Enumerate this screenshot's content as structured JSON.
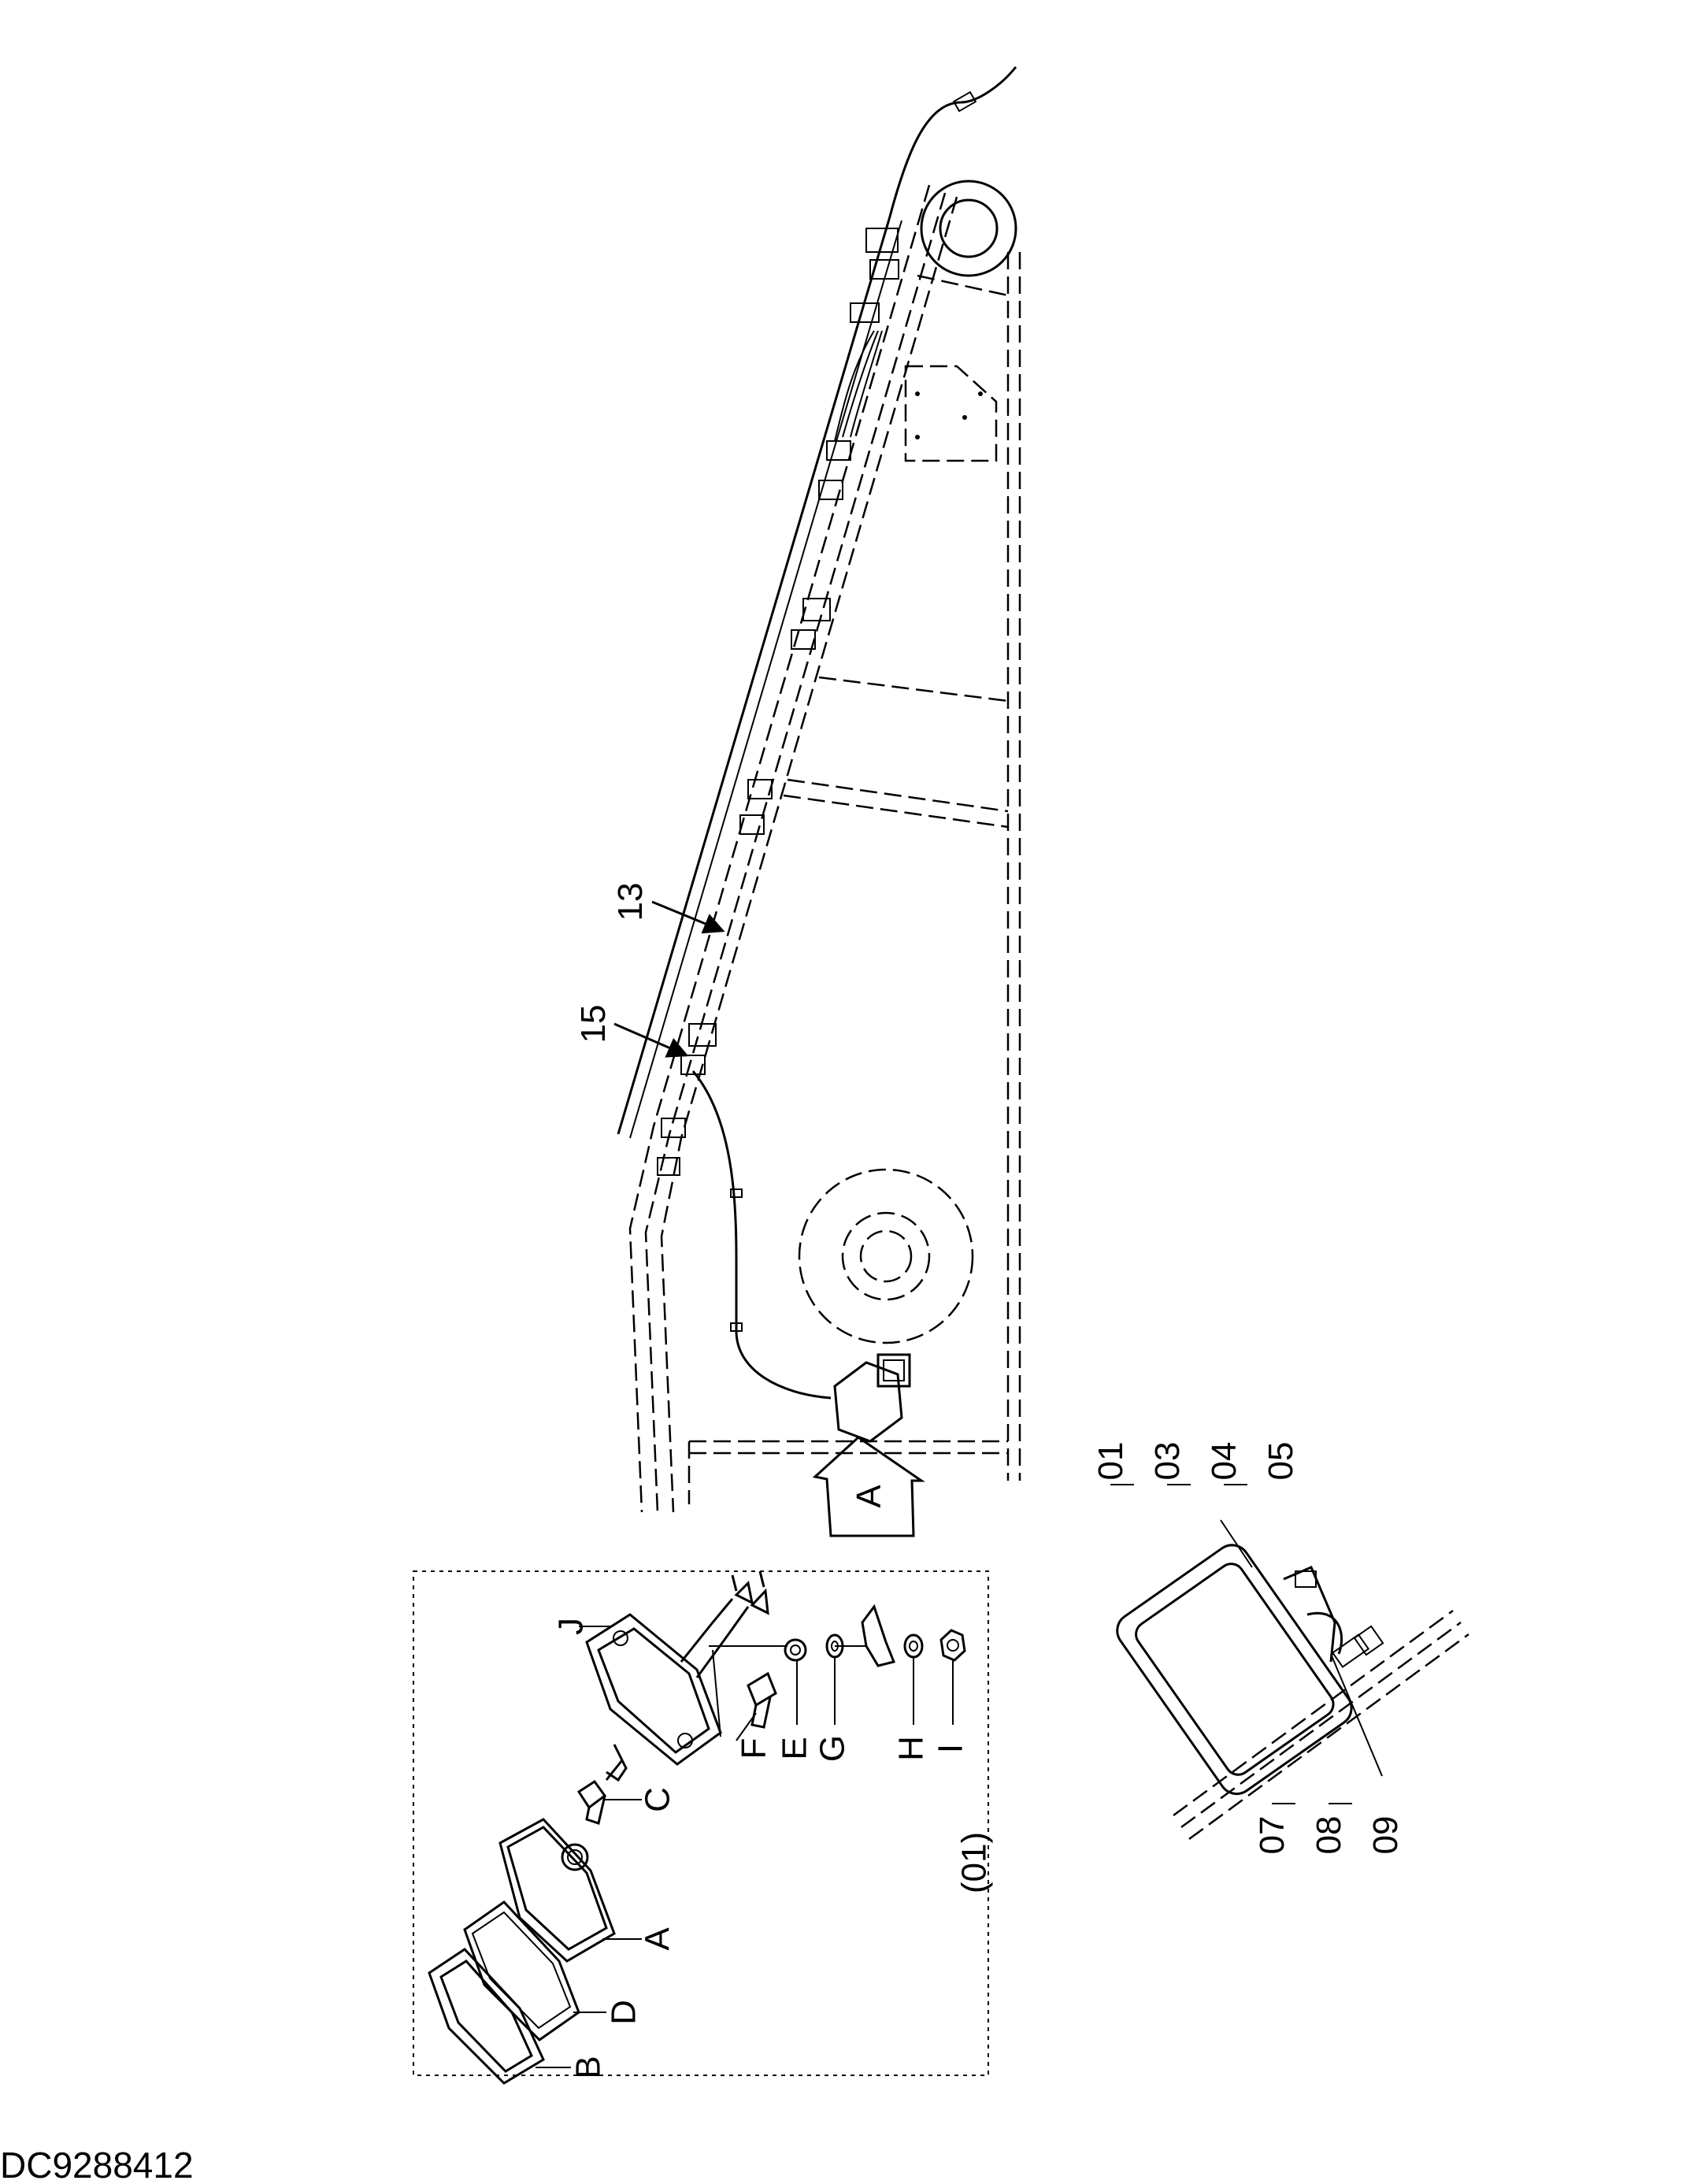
{
  "drawing_code": "DC9288412",
  "main_view": {
    "callouts": [
      "13",
      "15"
    ],
    "view_arrow_label": "A"
  },
  "detail_lamp": {
    "assembly_label": "(01)",
    "part_letters": [
      "J",
      "F",
      "E",
      "G",
      "H",
      "I",
      "C",
      "A",
      "D",
      "B"
    ]
  },
  "view_a": {
    "top_labels": [
      "01",
      "03",
      "04",
      "05"
    ],
    "bottom_labels": [
      "07",
      "08",
      "09"
    ]
  }
}
